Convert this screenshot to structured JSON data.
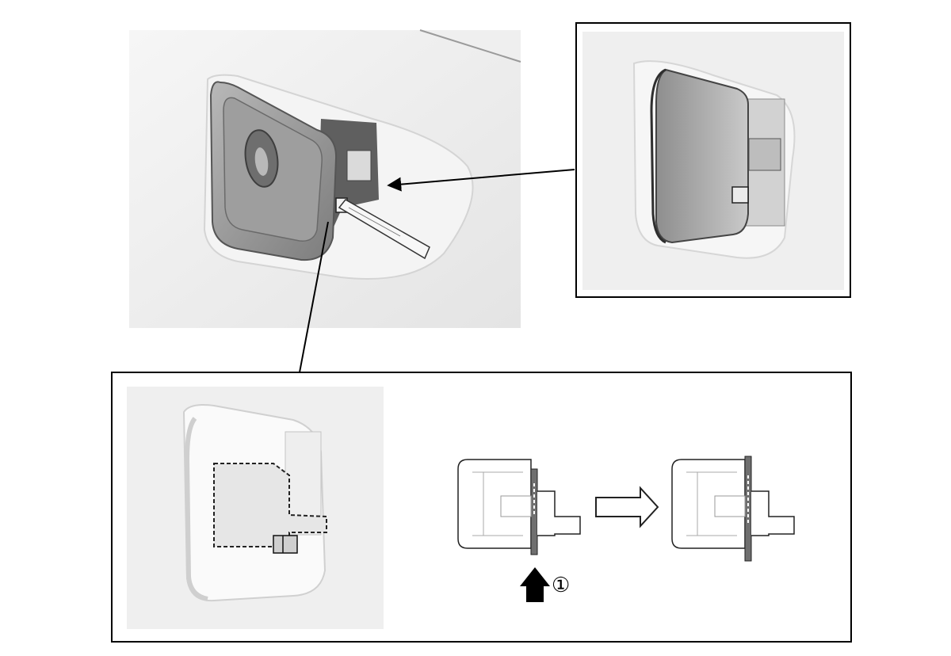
{
  "figure": {
    "step_marker": "①",
    "panels": [
      "main-view",
      "detail-view",
      "inset-view",
      "before-state",
      "after-state"
    ],
    "colors": {
      "panel_bg": "#ececec",
      "part_dark": "#7a7a7a",
      "part_mid": "#a9a9a9",
      "outline": "#111111"
    }
  }
}
